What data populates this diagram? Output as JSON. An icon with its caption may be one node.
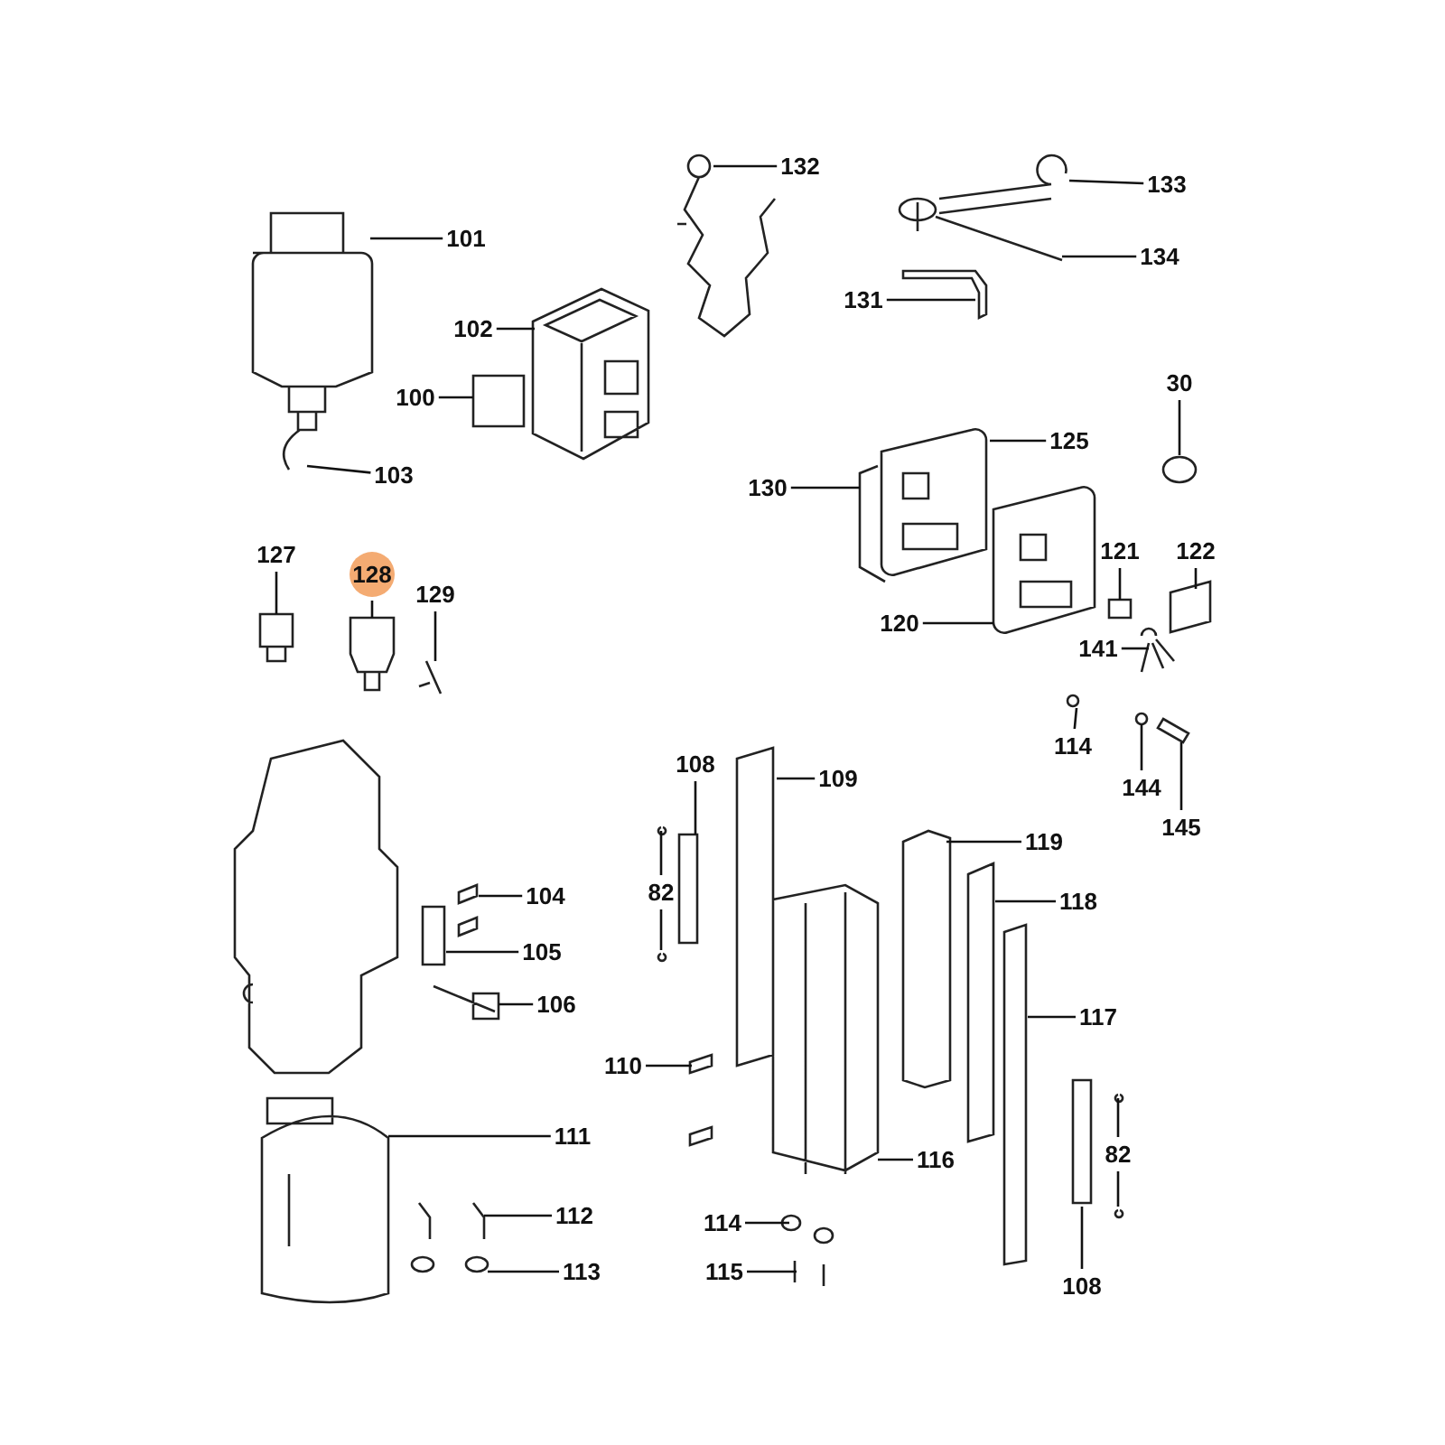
{
  "diagram": {
    "nodes": [
      {
        "text": [
          "132"
        ]
      },
      {
        "text": [
          "133"
        ]
      },
      {
        "text": [
          "101"
        ]
      },
      {
        "text": [
          "134"
        ]
      },
      {
        "text": [
          "131"
        ]
      },
      {
        "text": [
          "102"
        ]
      },
      {
        "text": [
          "30"
        ]
      },
      {
        "text": [
          "100"
        ]
      },
      {
        "text": [
          "125"
        ]
      },
      {
        "text": [
          "103"
        ]
      },
      {
        "text": [
          "130"
        ]
      },
      {
        "text": [
          "121"
        ]
      },
      {
        "text": [
          "122"
        ]
      },
      {
        "text": [
          "127"
        ]
      },
      {
        "text": [
          "128"
        ]
      },
      {
        "text": [
          "129"
        ]
      },
      {
        "text": [
          "120"
        ]
      },
      {
        "text": [
          "141"
        ]
      },
      {
        "text": [
          "114"
        ]
      },
      {
        "text": [
          "108"
        ]
      },
      {
        "text": [
          "109"
        ]
      },
      {
        "text": [
          "144"
        ]
      },
      {
        "text": [
          "145"
        ]
      },
      {
        "text": [
          "119"
        ]
      },
      {
        "text": [
          "82"
        ]
      },
      {
        "text": [
          "104"
        ]
      },
      {
        "text": [
          "118"
        ]
      },
      {
        "text": [
          "105"
        ]
      },
      {
        "text": [
          "106"
        ]
      },
      {
        "text": [
          "117"
        ]
      },
      {
        "text": [
          "110"
        ]
      },
      {
        "text": [
          "111"
        ]
      },
      {
        "text": [
          "82"
        ]
      },
      {
        "text": [
          "116"
        ]
      },
      {
        "text": [
          "112"
        ]
      },
      {
        "text": [
          "114"
        ]
      },
      {
        "text": [
          "115"
        ]
      },
      {
        "text": [
          "113"
        ]
      },
      {
        "text": [
          "108"
        ]
      }
    ],
    "edges": [
      {
        "from": 0,
        "to": null,
        "arrow": "none"
      },
      {
        "from": 1,
        "to": null,
        "arrow": "none"
      },
      {
        "from": 2,
        "to": null,
        "arrow": "none"
      },
      {
        "from": 3,
        "to": null,
        "arrow": "none"
      },
      {
        "from": 4,
        "to": null,
        "arrow": "none"
      },
      {
        "from": 5,
        "to": null,
        "arrow": "none"
      },
      {
        "from": 6,
        "to": null,
        "arrow": "none"
      },
      {
        "from": 7,
        "to": null,
        "arrow": "none"
      },
      {
        "from": 8,
        "to": null,
        "arrow": "none"
      },
      {
        "from": 9,
        "to": null,
        "arrow": "none"
      },
      {
        "from": 10,
        "to": null,
        "arrow": "none"
      },
      {
        "from": 11,
        "to": null,
        "arrow": "none"
      },
      {
        "from": 12,
        "to": null,
        "arrow": "none"
      },
      {
        "from": 13,
        "to": null,
        "arrow": "none"
      },
      {
        "from": 14,
        "to": null,
        "arrow": "none"
      },
      {
        "from": 15,
        "to": null,
        "arrow": "none"
      },
      {
        "from": 16,
        "to": null,
        "arrow": "none"
      },
      {
        "from": 17,
        "to": null,
        "arrow": "none"
      },
      {
        "from": 18,
        "to": null,
        "arrow": "none"
      },
      {
        "from": 19,
        "to": null,
        "arrow": "none"
      },
      {
        "from": 20,
        "to": null,
        "arrow": "none"
      },
      {
        "from": 21,
        "to": null,
        "arrow": "none"
      },
      {
        "from": 22,
        "to": null,
        "arrow": "none"
      },
      {
        "from": 23,
        "to": null,
        "arrow": "none"
      },
      {
        "from": 24,
        "to": null,
        "arrow": "none"
      },
      {
        "from": 24,
        "to": null,
        "arrow": "none"
      },
      {
        "from": 25,
        "to": null,
        "arrow": "none"
      },
      {
        "from": 26,
        "to": null,
        "arrow": "none"
      },
      {
        "from": 27,
        "to": null,
        "arrow": "none"
      },
      {
        "from": 28,
        "to": null,
        "arrow": "none"
      },
      {
        "from": 29,
        "to": null,
        "arrow": "none"
      },
      {
        "from": 30,
        "to": null,
        "arrow": "none"
      },
      {
        "from": 31,
        "to": null,
        "arrow": "none"
      },
      {
        "from": 32,
        "to": null,
        "arrow": "none"
      },
      {
        "from": 32,
        "to": null,
        "arrow": "none"
      },
      {
        "from": 33,
        "to": null,
        "arrow": "none"
      },
      {
        "from": 34,
        "to": null,
        "arrow": "none"
      },
      {
        "from": 35,
        "to": null,
        "arrow": "none"
      },
      {
        "from": 36,
        "to": null,
        "arrow": "none"
      },
      {
        "from": 37,
        "to": null,
        "arrow": "none"
      },
      {
        "from": 38,
        "to": null,
        "arrow": "none"
      }
    ]
  }
}
